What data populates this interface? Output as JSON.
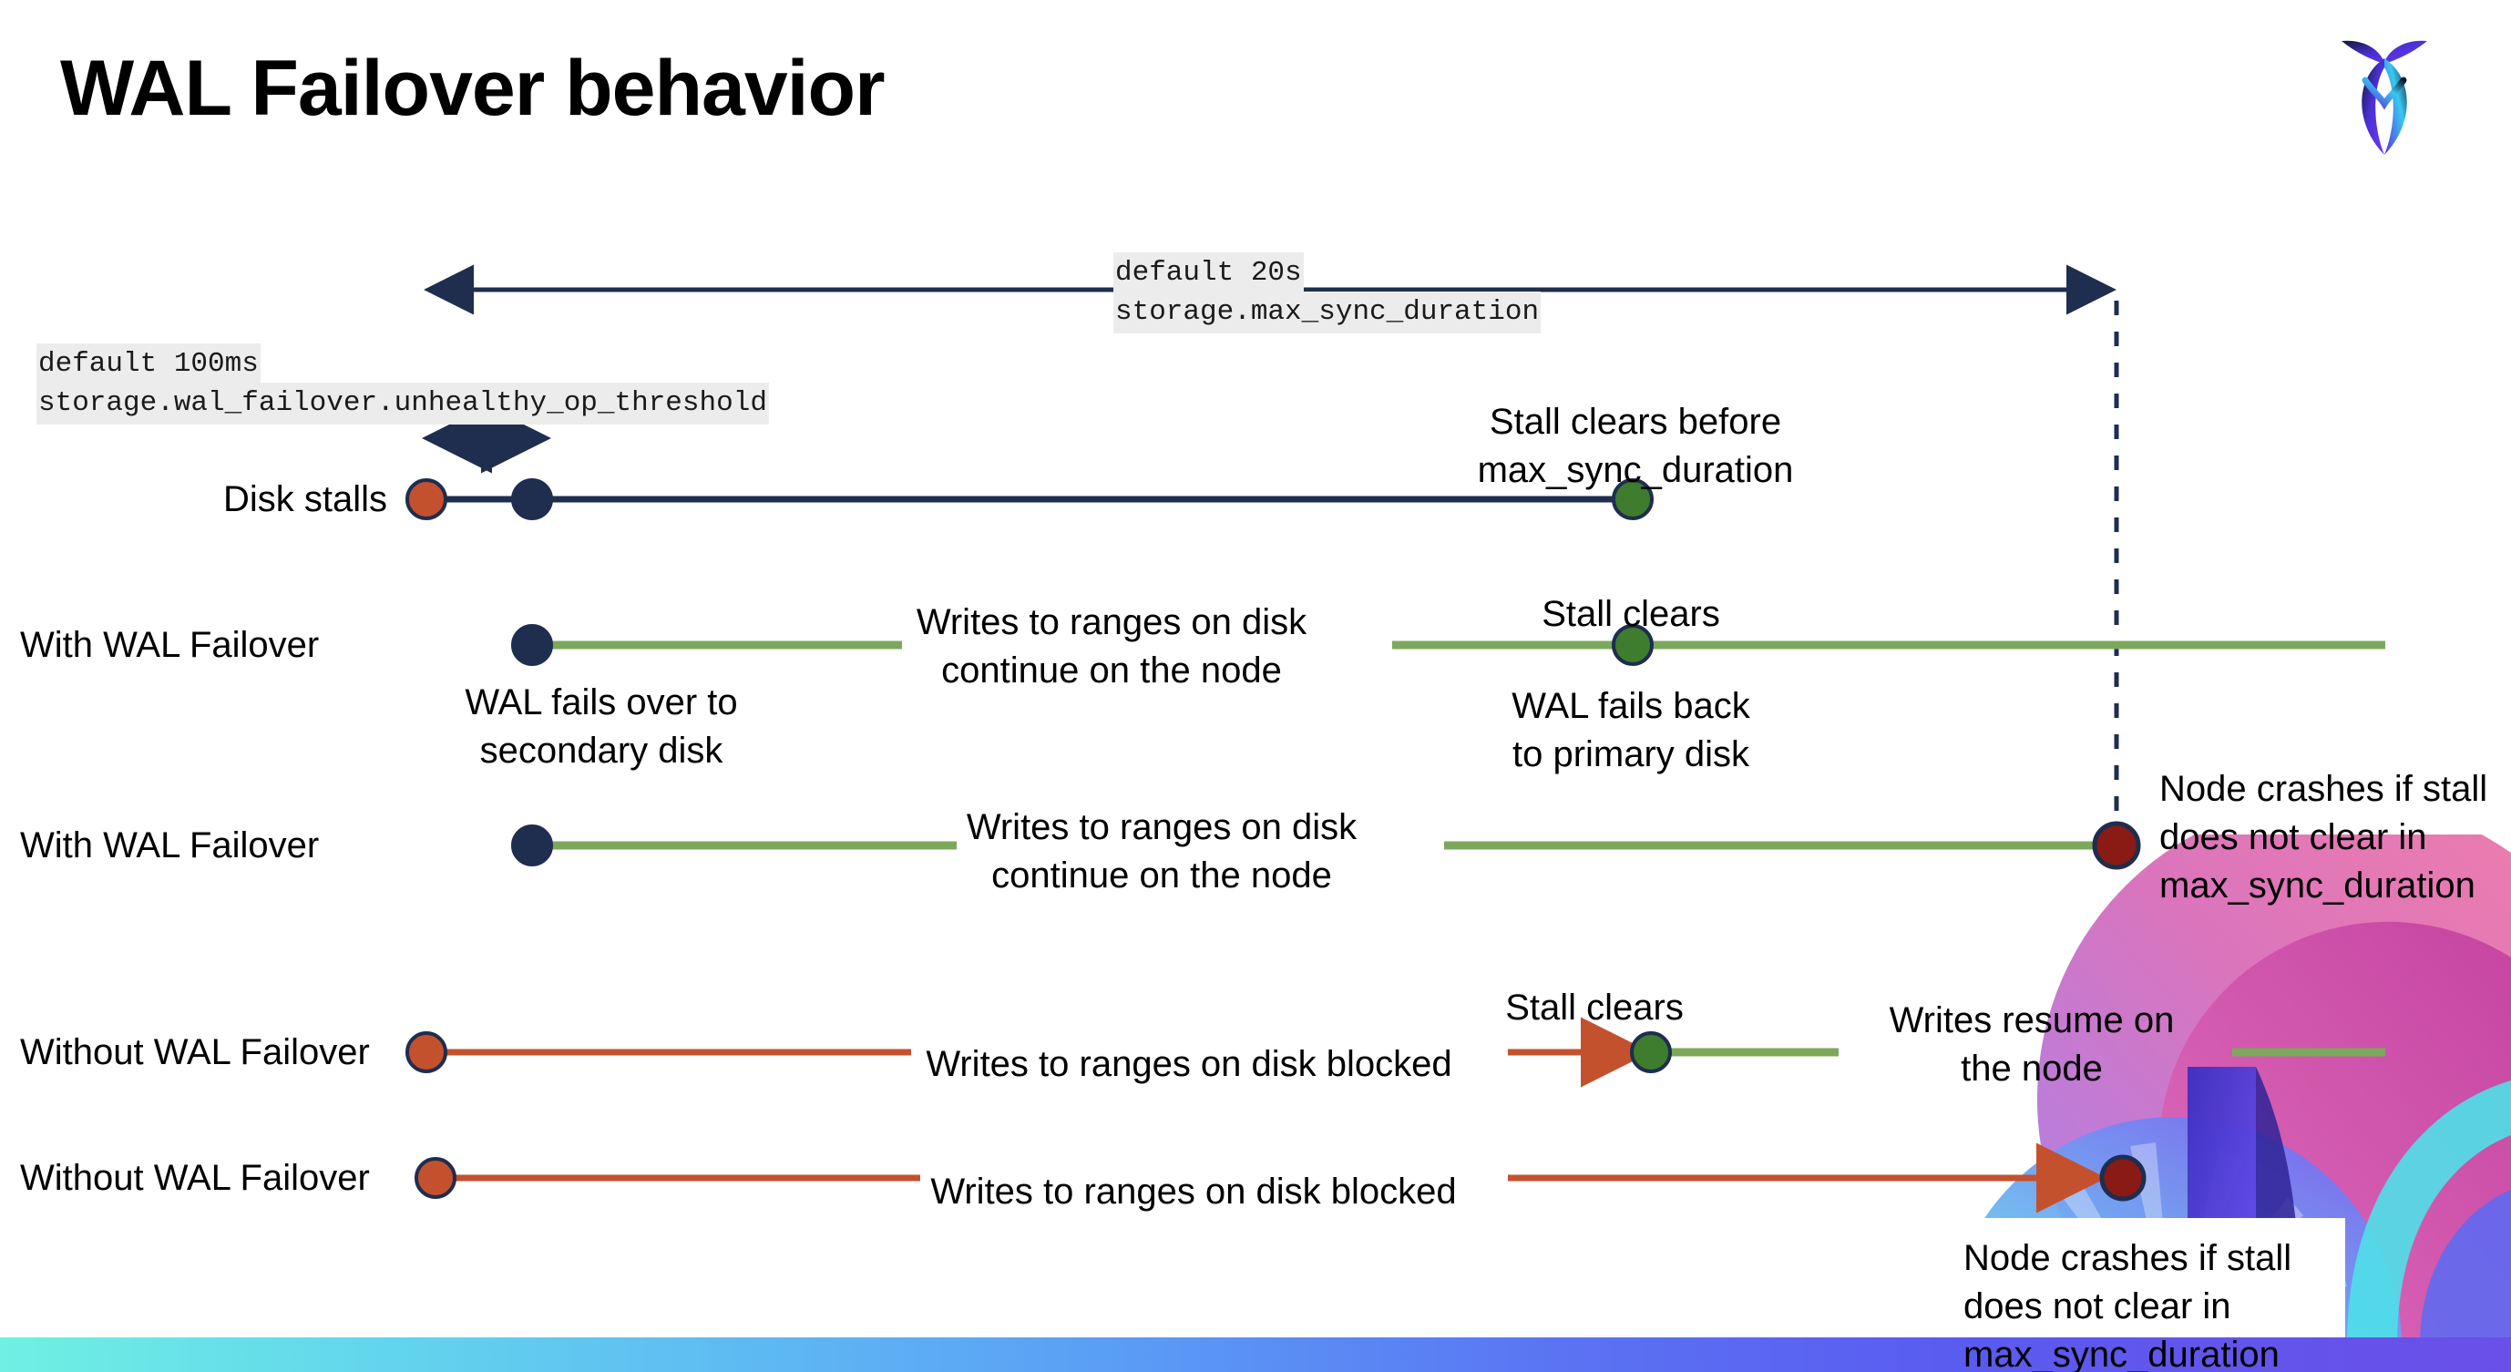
{
  "slide": {
    "title": "WAL Failover behavior",
    "logo_name": "cockroachdb-logo"
  },
  "annotations": {
    "max_sync": {
      "default": "default 20s",
      "setting": "storage.max_sync_duration"
    },
    "unhealthy_op": {
      "default": "default 100ms",
      "setting": "storage.wal_failover.unhealthy_op_threshold"
    }
  },
  "rows": [
    {
      "id": "disk-stalls",
      "label": "Disk stalls",
      "callouts": [
        "Stall clears before\nmax_sync_duration"
      ]
    },
    {
      "id": "with-wal-failover-1",
      "label": "With WAL Failover",
      "callouts": [
        "WAL fails over to\nsecondary disk",
        "Writes to ranges on disk\ncontinue on the node",
        "Stall clears",
        "WAL fails  back\nto primary disk"
      ]
    },
    {
      "id": "with-wal-failover-2",
      "label": "With WAL Failover",
      "callouts": [
        "Writes to ranges on disk\ncontinue on the node",
        "Node crashes if stall\ndoes not clear in\nmax_sync_duration"
      ]
    },
    {
      "id": "without-wal-failover-1",
      "label": "Without WAL Failover",
      "callouts": [
        "Writes to ranges on disk  blocked",
        "Stall clears",
        "Writes resume on\nthe node"
      ]
    },
    {
      "id": "without-wal-failover-2",
      "label": "Without WAL Failover",
      "callouts": [
        "Writes to ranges on disk  blocked",
        "Node crashes if stall\ndoes not clear in\nmax_sync_duration"
      ]
    }
  ],
  "colors": {
    "navy": "#1F2D4E",
    "green_line": "#7CA85C",
    "green_dot": "#3E7C2E",
    "orange_dot": "#C4512E",
    "red_line": "#C4512E",
    "dark_red_dot": "#8A1A14",
    "code_bg": "#ececed",
    "bottom_bar_start": "#6FF0E3",
    "bottom_bar_end": "#6A4FE8"
  }
}
